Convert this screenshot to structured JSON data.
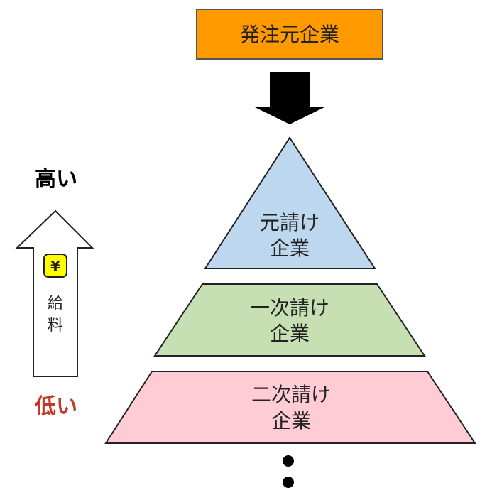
{
  "top_box": {
    "label": "発注元企業",
    "fill": "#FF9900"
  },
  "levels": [
    {
      "line1": "元請け",
      "line2": "企業",
      "fill": "#BDD7EE"
    },
    {
      "line1": "一次請け",
      "line2": "企業",
      "fill": "#C6E0B4"
    },
    {
      "line1": "二次請け",
      "line2": "企業",
      "fill": "#FFCCD5"
    }
  ],
  "salary_axis": {
    "high_label": "高い",
    "low_label": "低い",
    "high_color": "#000000",
    "low_color": "#C0392B",
    "title_char1": "給",
    "title_char2": "料",
    "yen_symbol": "¥",
    "yen_badge_color": "#FFFF00"
  }
}
